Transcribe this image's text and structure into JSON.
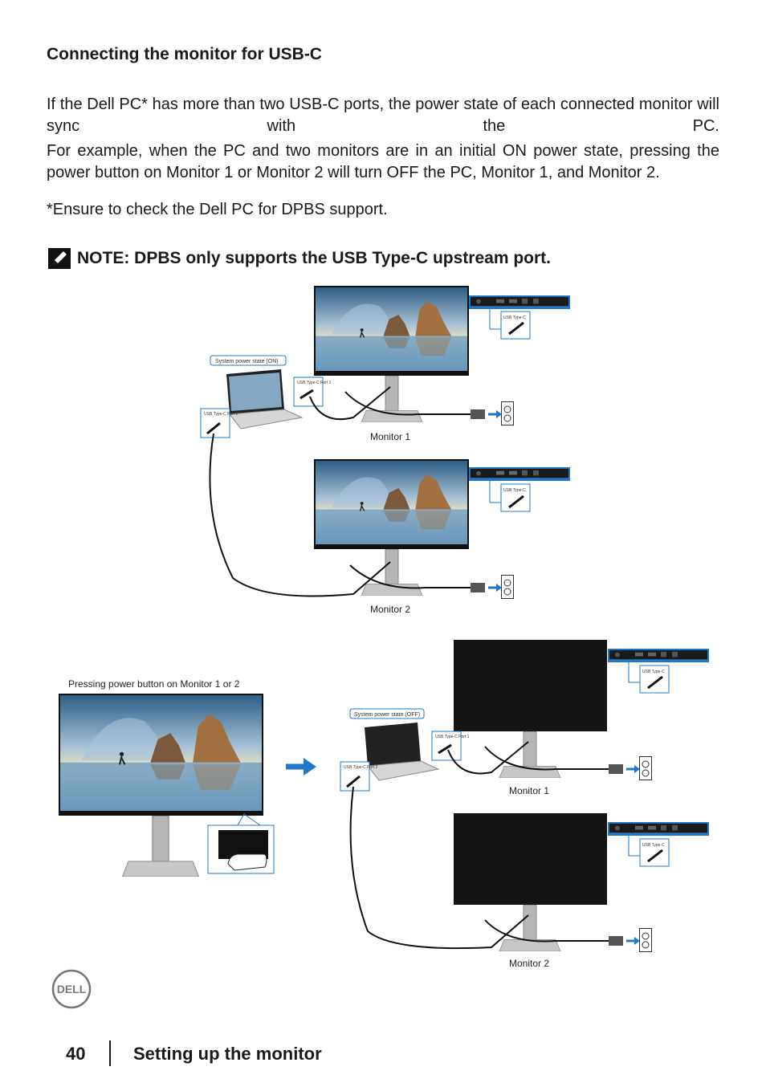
{
  "heading": "Connecting the monitor for USB-C",
  "paragraph1": "If the Dell PC* has more than two USB-C ports, the power state of each connected monitor will sync with the PC.",
  "paragraph2": "For example, when the PC and two monitors are in an initial ON power state, pressing the power button on Monitor 1 or Monitor 2 will turn OFF the PC, Monitor 1, and Monitor 2.",
  "footnote": "*Ensure to check the Dell PC for DPBS support.",
  "note": "NOTE: DPBS only supports the USB Type-C upstream port.",
  "diagram": {
    "state_on": "System power state (ON)",
    "state_off": "System power state (OFF)",
    "usb_port1": "USB Type-C Port 1",
    "usb_port2": "USB Type-C Port 2",
    "usb_typec": "USB Type-C",
    "monitor1": "Monitor 1",
    "monitor2": "Monitor 2",
    "pressing": "Pressing power button on Monitor 1 or 2"
  },
  "footer": {
    "logo": "DELL",
    "page_number": "40",
    "section": "Setting up the monitor"
  },
  "colors": {
    "accent_blue": "#1f78c8",
    "screen_off": "#141414",
    "callout_border": "#5a9bd5"
  }
}
